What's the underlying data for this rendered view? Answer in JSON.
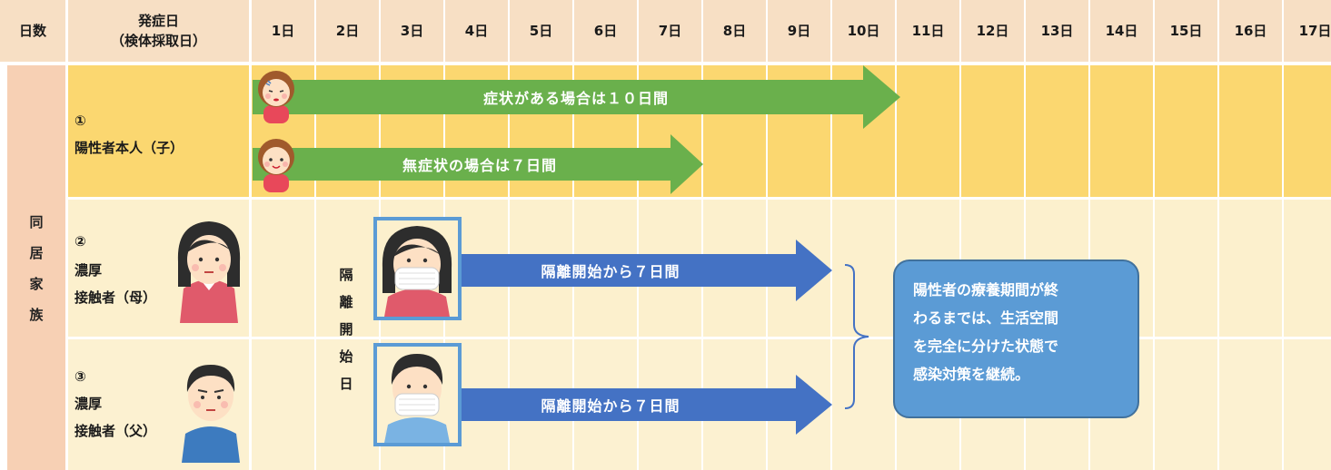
{
  "header": {
    "days_label": "日数",
    "onset_label": "発症日\n（検体採取日）",
    "days": [
      "1日",
      "2日",
      "3日",
      "4日",
      "5日",
      "6日",
      "7日",
      "8日",
      "9日",
      "10日",
      "11日",
      "12日",
      "13日",
      "14日",
      "15日",
      "16日",
      "17日"
    ]
  },
  "side_label": [
    "同",
    "居",
    "家",
    "族"
  ],
  "rows": {
    "patient": {
      "num": "①",
      "label": "陽性者本人（子）"
    },
    "mother": {
      "num": "②",
      "label": "濃厚\n接触者（母）"
    },
    "father": {
      "num": "③",
      "label": "濃厚\n接触者（父）"
    }
  },
  "arrows": {
    "symptomatic": "症状がある場合は１０日間",
    "asymptomatic": "無症状の場合は７日間",
    "mother_quarantine": "隔離開始から７日間",
    "father_quarantine": "隔離開始から７日間"
  },
  "isolation_start_label": [
    "隔",
    "離",
    "開",
    "始",
    "日"
  ],
  "callout_text": "陽性者の療養期間が終\nわるまでは、生活空間\nを完全に分けた状態で\n感染対策を継続。",
  "colors": {
    "header_bg": "#f7dfc4",
    "patient_band": "#fbd770",
    "family_band": "#fcf0cd",
    "green_arrow": "#6ab04c",
    "blue_arrow": "#4472c4",
    "callout": "#5b9bd5",
    "photo_frame": "#5b9bd5"
  },
  "icons": [
    "child-sick-face-icon",
    "child-smile-face-icon",
    "mother-icon",
    "father-icon",
    "mother-masked-icon",
    "father-masked-icon"
  ]
}
